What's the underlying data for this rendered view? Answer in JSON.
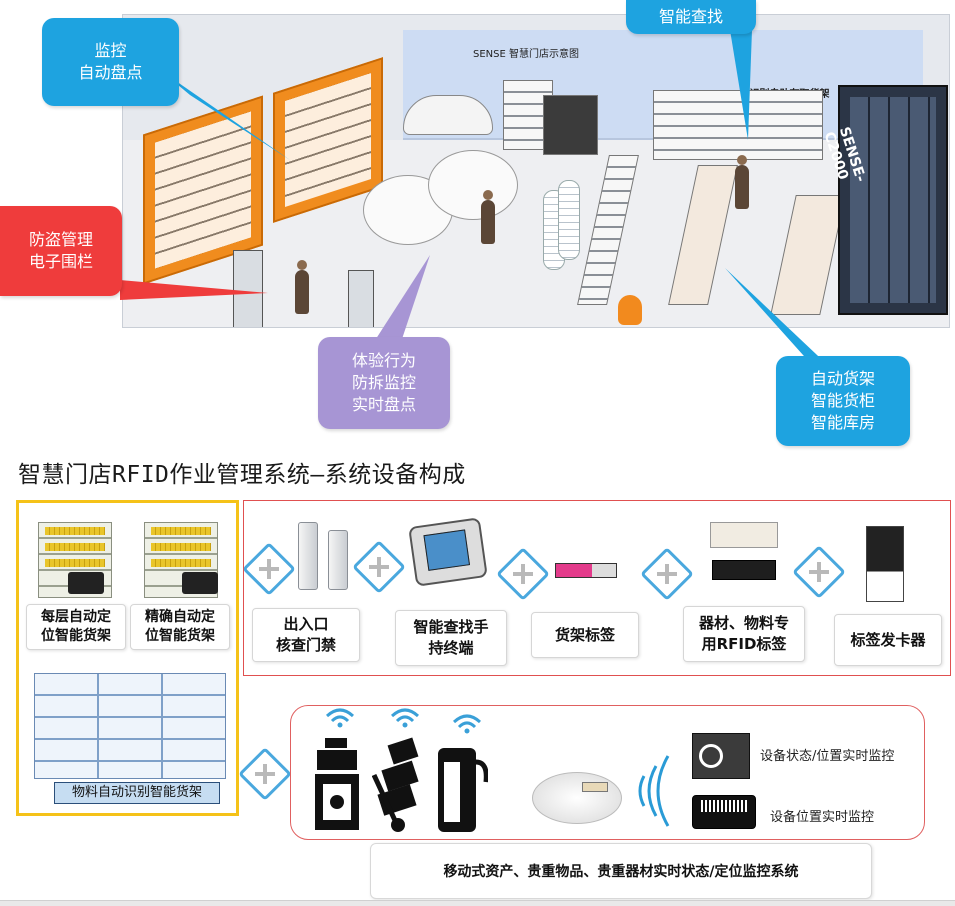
{
  "scene": {
    "wall_sign": "SENSE 智慧门店示意图",
    "shelf_sign": "SENSE RFID识别自助存取货架",
    "cabinet_sign": "SENSE-C2000"
  },
  "callouts": {
    "monitor_inventory": [
      "监控",
      "自动盘点"
    ],
    "smart_search": [
      "智能查找"
    ],
    "anti_theft": [
      "防盗管理",
      "电子围栏"
    ],
    "experience": [
      "体验行为",
      "防拆监控",
      "实时盘点"
    ],
    "auto_shelf": [
      "自动货架",
      "智能货柜",
      "智能库房"
    ]
  },
  "section_title": "智慧门店RFID作业管理系统—系统设备构成",
  "left_group": {
    "shelf_a": [
      "每层自动定",
      "位智能货架"
    ],
    "shelf_b": [
      "精确自动定",
      "位智能货架"
    ],
    "material_shelf": "物料自动识别智能货架"
  },
  "devices": {
    "gate": [
      "出入口",
      "核查门禁"
    ],
    "handheld": [
      "智能查找手",
      "持终端"
    ],
    "shelf_tag": "货架标签",
    "material_tag": [
      "器材、物料专",
      "用RFID标签"
    ],
    "card_issuer": "标签发卡器"
  },
  "mobile_system": {
    "status_monitor": "设备状态/位置实时监控",
    "position_monitor": "设备位置实时监控",
    "title": "移动式资产、贵重物品、贵重器材实时状态/定位监控系统"
  },
  "colors": {
    "callout_blue": "#1ea3e0",
    "callout_red": "#ef3c3c",
    "callout_purple": "#a795d4",
    "frame_yellow": "#f5c218",
    "frame_red": "#e05050",
    "plus_blue": "#4aa8de"
  }
}
